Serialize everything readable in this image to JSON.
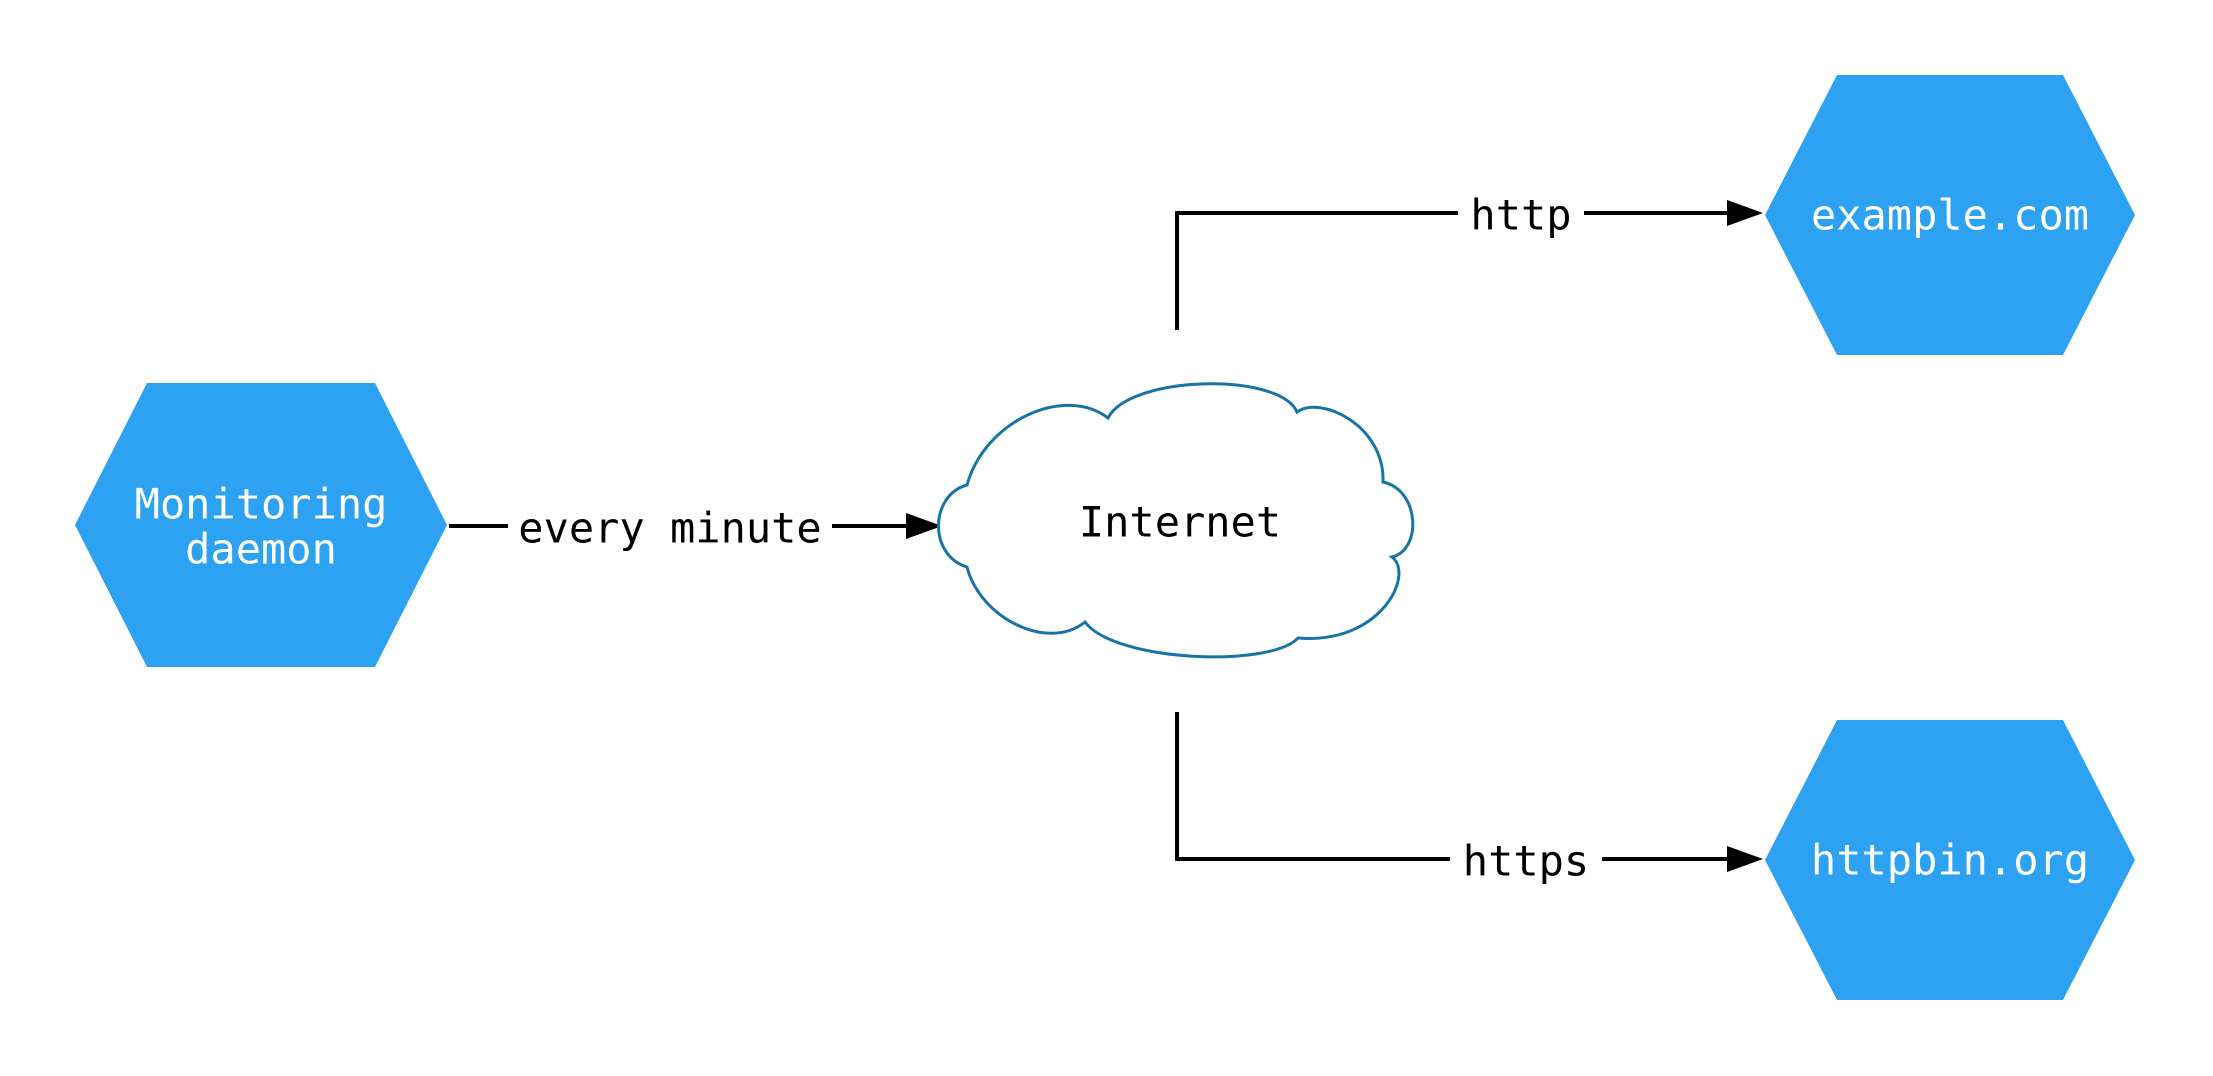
{
  "colors": {
    "background": "#FFFFFF",
    "node_fill": "#2EA2F2",
    "node_text": "#FFFFFF",
    "cloud_fill": "#FFFFFF",
    "cloud_stroke": "#1873A8",
    "edge_stroke": "#000000",
    "edge_label_text": "#000000"
  },
  "diagram": {
    "nodes": {
      "monitoring_daemon": {
        "shape": "hexagon",
        "label_line1": "Monitoring",
        "label_line2": "daemon"
      },
      "internet": {
        "shape": "cloud",
        "label": "Internet"
      },
      "example_com": {
        "shape": "hexagon",
        "label": "example.com"
      },
      "httpbin_org": {
        "shape": "hexagon",
        "label": "httpbin.org"
      }
    },
    "edges": {
      "monitoring_to_internet": {
        "from": "monitoring_daemon",
        "to": "internet",
        "label": "every minute",
        "direction": "right"
      },
      "internet_to_example": {
        "from": "internet",
        "to": "example_com",
        "label": "http",
        "direction": "up-right"
      },
      "internet_to_httpbin": {
        "from": "internet",
        "to": "httpbin_org",
        "label": "https",
        "direction": "down-right"
      }
    }
  }
}
